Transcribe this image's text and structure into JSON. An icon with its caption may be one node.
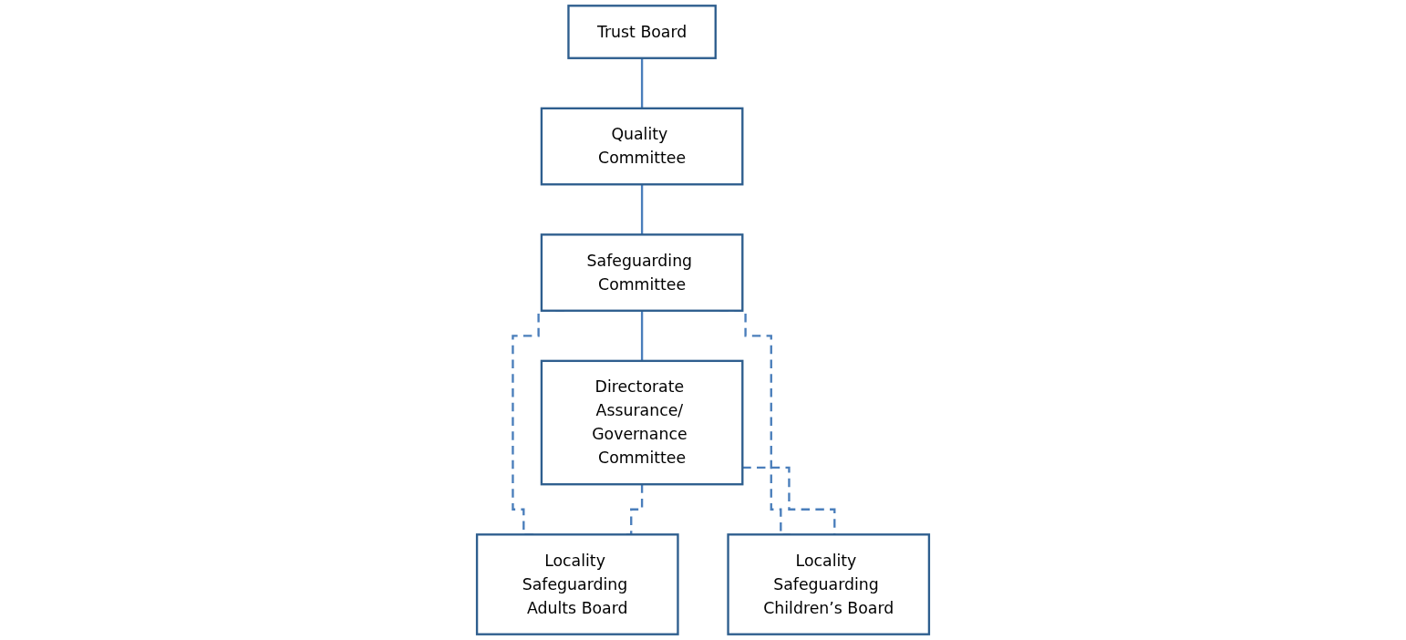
{
  "diagram": {
    "nodes": [
      {
        "text": [
          "Trust Board"
        ]
      },
      {
        "text": [
          "Quality Committee"
        ]
      },
      {
        "text": [
          "Safeguarding Committee"
        ]
      },
      {
        "text": [
          "Directorate Assurance/ Governance Committee"
        ]
      },
      {
        "text": [
          "Locality Safeguarding Adults Board"
        ]
      },
      {
        "text": [
          "Locality Safeguarding Children’s Board"
        ]
      }
    ],
    "edges": [
      {
        "from": 0,
        "to": 1,
        "arrow": "none"
      },
      {
        "from": 1,
        "to": 2,
        "arrow": "none"
      },
      {
        "from": 2,
        "to": 3,
        "arrow": "none"
      },
      {
        "from": 2,
        "to": 4,
        "arrow": "none",
        "style": "dashed"
      },
      {
        "from": 2,
        "to": 5,
        "arrow": "none",
        "style": "dashed"
      },
      {
        "from": 3,
        "to": 4,
        "arrow": "none",
        "style": "dashed"
      },
      {
        "from": 3,
        "to": 5,
        "arrow": "none",
        "style": "dashed"
      }
    ]
  }
}
